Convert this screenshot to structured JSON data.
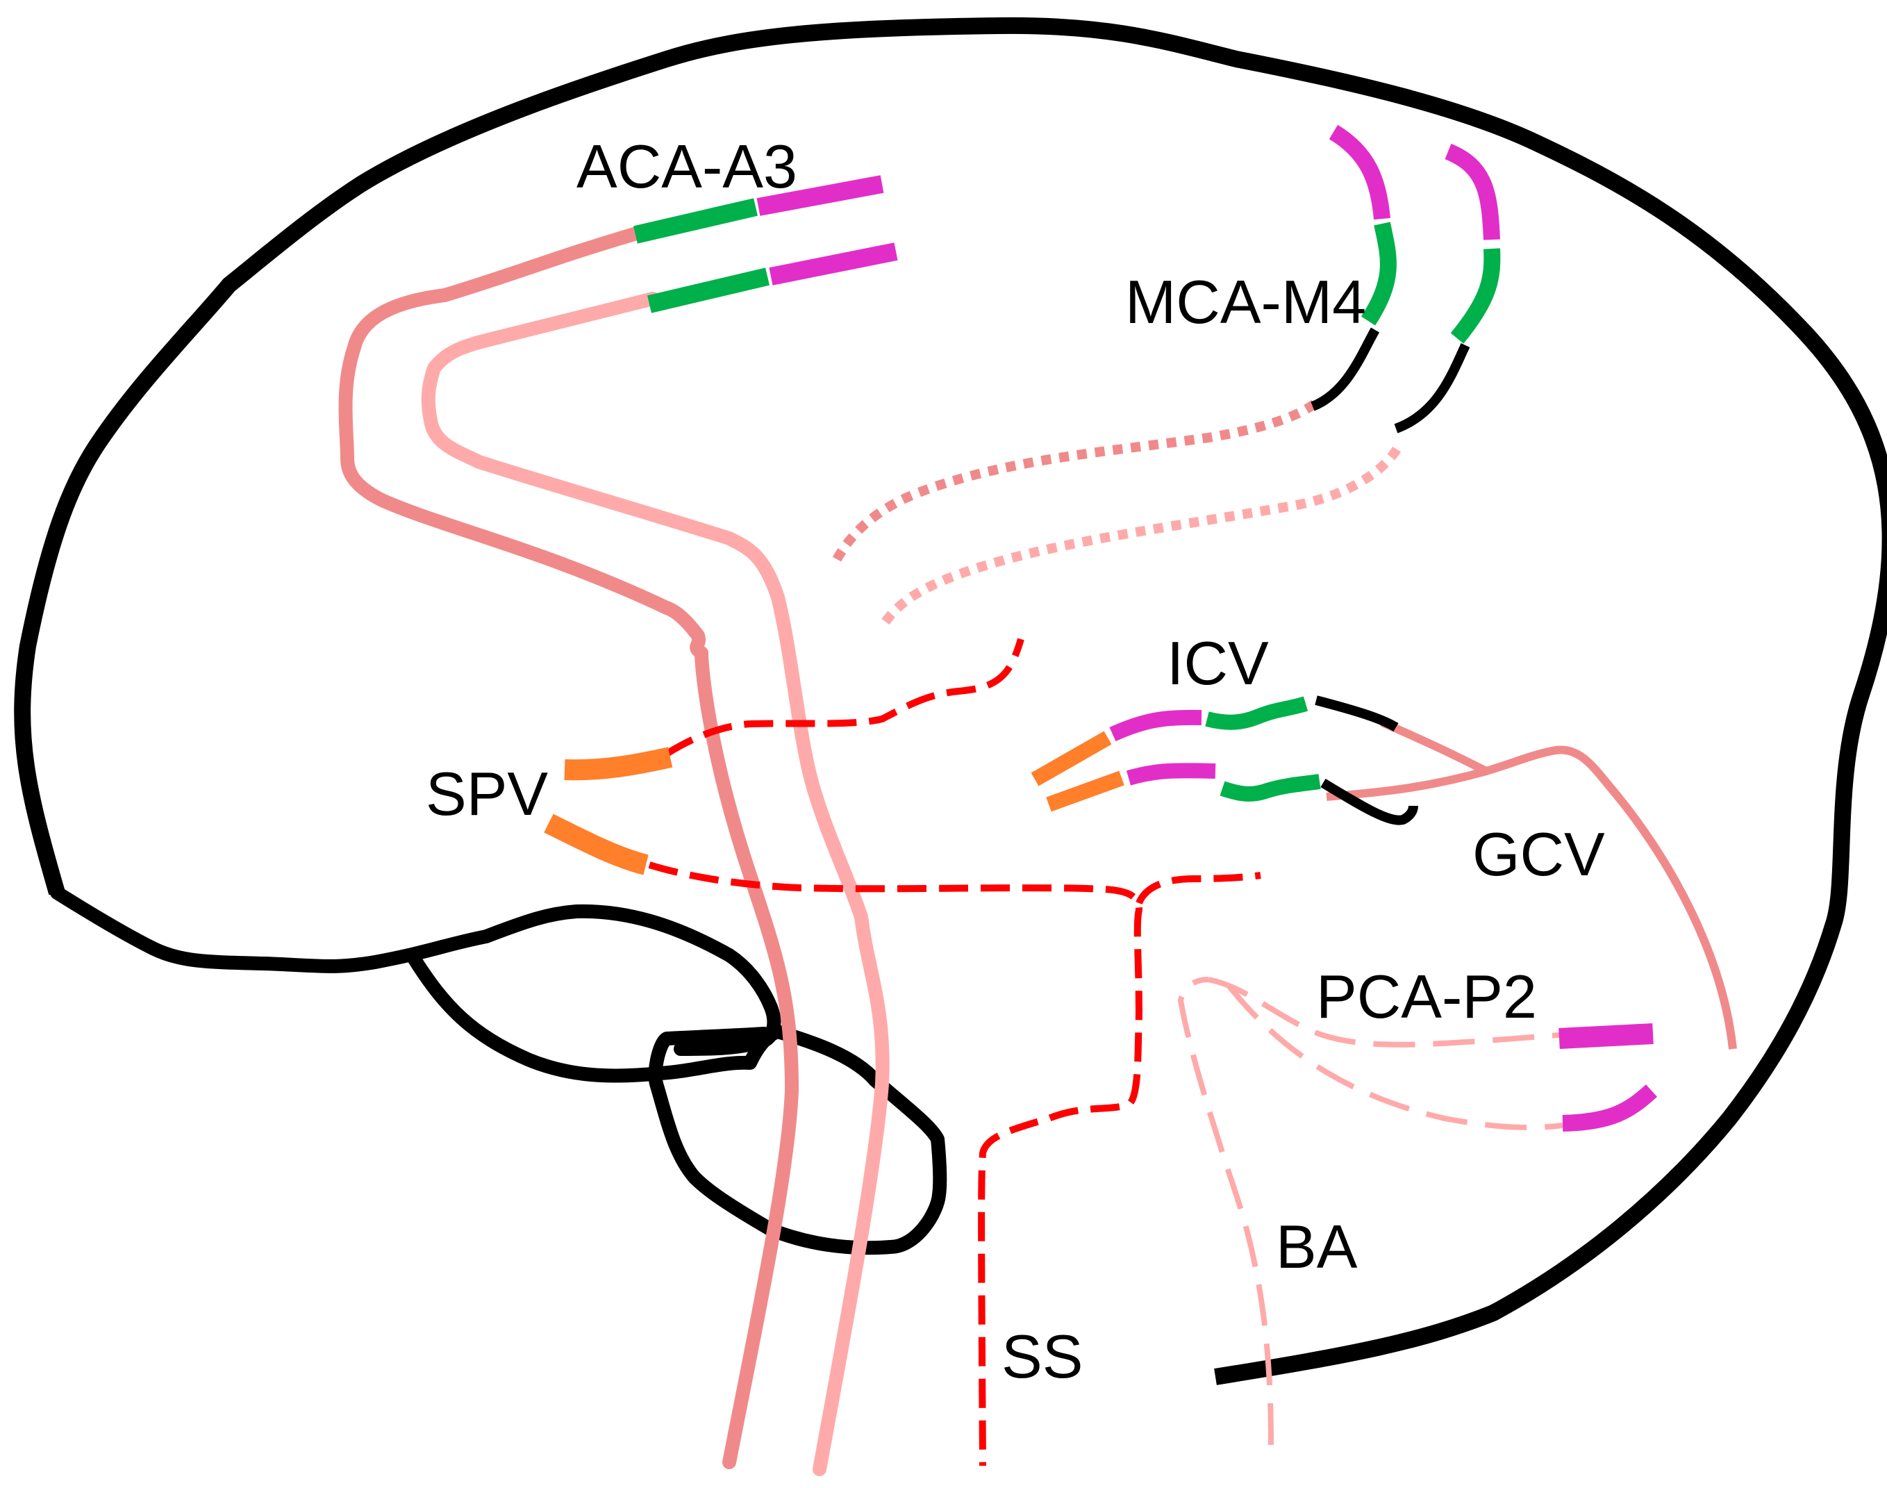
{
  "labels": {
    "aca": "ACA-A3",
    "mca": "MCA-M4",
    "icv": "ICV",
    "spv": "SPV",
    "gcv": "GCV",
    "pca": "PCA-P2",
    "ba": "BA",
    "ss": "SS"
  },
  "colors": {
    "outline": "#000000",
    "artery_dark": "#f08a8a",
    "artery_light": "#ffaaaa",
    "vein": "#ff0000",
    "segment_green": "#00b04a",
    "segment_magenta": "#e22ec8",
    "segment_orange": "#ff7f2a",
    "segment_black": "#000000"
  }
}
